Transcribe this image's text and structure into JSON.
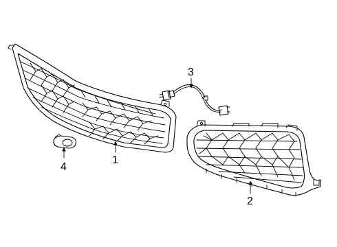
{
  "callouts": [
    {
      "id": "1",
      "label": "1",
      "part": "grille"
    },
    {
      "id": "2",
      "label": "2",
      "part": "lower-grille"
    },
    {
      "id": "3",
      "label": "3",
      "part": "wiring-harness"
    },
    {
      "id": "4",
      "label": "4",
      "part": "sensor-bracket"
    }
  ]
}
